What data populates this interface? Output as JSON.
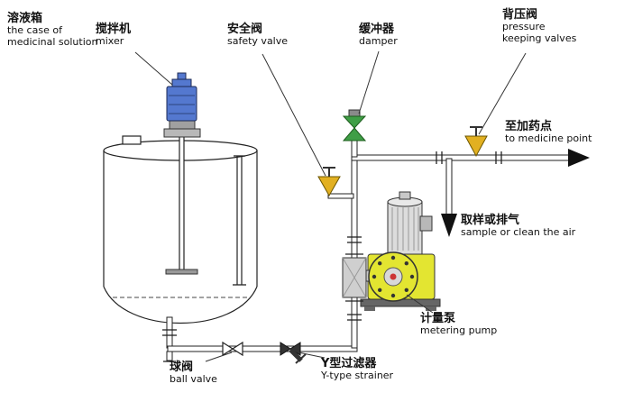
{
  "diagram": {
    "labels": {
      "tank": {
        "zh": "溶液箱",
        "en1": "the case of",
        "en2": "medicinal solution"
      },
      "mixer": {
        "zh": "搅拌机",
        "en": "mixer"
      },
      "safety_valve": {
        "zh": "安全阀",
        "en": "safety valve"
      },
      "damper": {
        "zh": "缓冲器",
        "en": "damper"
      },
      "pressure_valve": {
        "zh": "背压阀",
        "en1": "pressure",
        "en2": "keeping valves"
      },
      "to_medicine_point": {
        "zh": "至加药点",
        "en": "to medicine point"
      },
      "sample": {
        "zh": "取样或排气",
        "en": "sample or clean the air"
      },
      "metering_pump": {
        "zh": "计量泵",
        "en": "metering pump"
      },
      "ball_valve": {
        "zh": "球阀",
        "en": "ball valve"
      },
      "y_strainer": {
        "zh": "Y型过滤器",
        "en": "Y-type strainer"
      }
    },
    "colors": {
      "valve_yellow": "#e2b021",
      "damper_green": "#3f9e46",
      "pump_yellow": "#e3e531",
      "motor_blue": "#5478cf",
      "line": "#1a1a1a"
    }
  }
}
